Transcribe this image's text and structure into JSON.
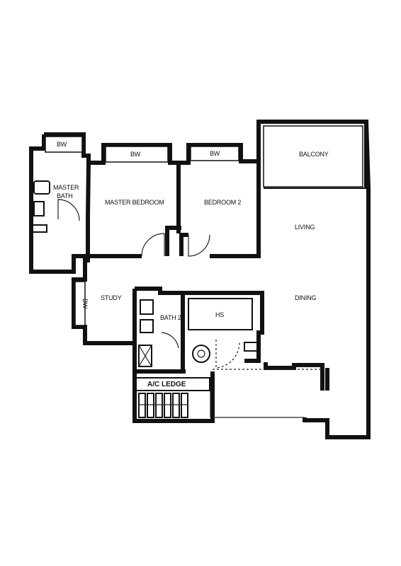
{
  "rooms": {
    "bw_master": "BW",
    "master_bath_line1": "MASTER",
    "master_bath_line2": "BATH",
    "bw_bed1": "BW",
    "master_bedroom": "MASTER BEDROOM",
    "bw_bed2": "BW",
    "bedroom2": "BEDROOM 2",
    "balcony": "BALCONY",
    "living": "LIVING",
    "bw_study": "BW",
    "study": "STUDY",
    "bath2": "BATH 2",
    "hs": "HS",
    "dining": "DINING",
    "ac_ledge": "A/C LEDGE"
  }
}
